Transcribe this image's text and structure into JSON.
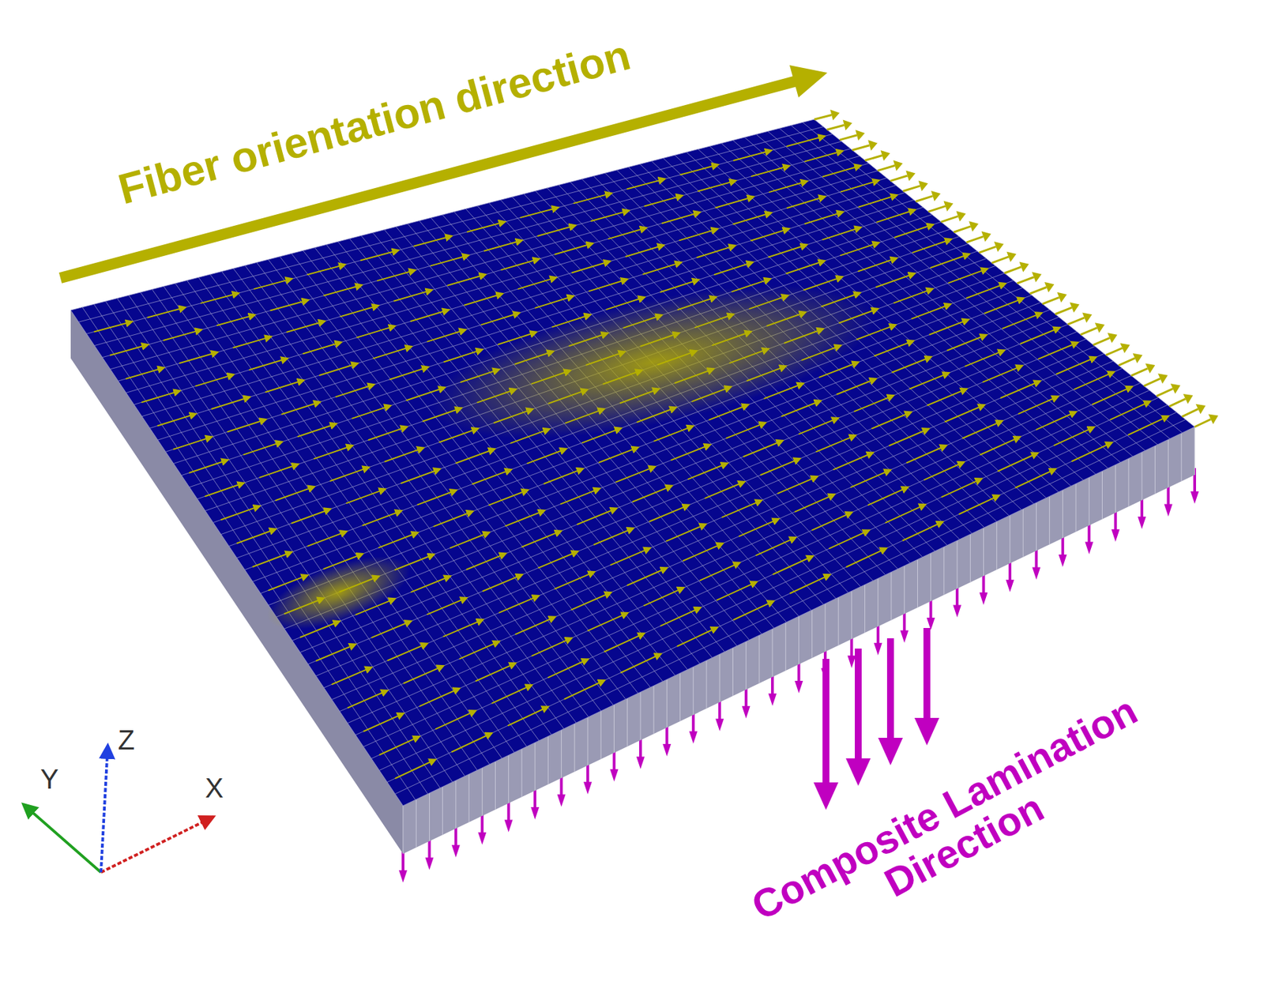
{
  "diagram": {
    "labels": [
      "Fiber orientation direction",
      "Composite Lamination Direction",
      "Y",
      "Z",
      "X"
    ]
  }
}
